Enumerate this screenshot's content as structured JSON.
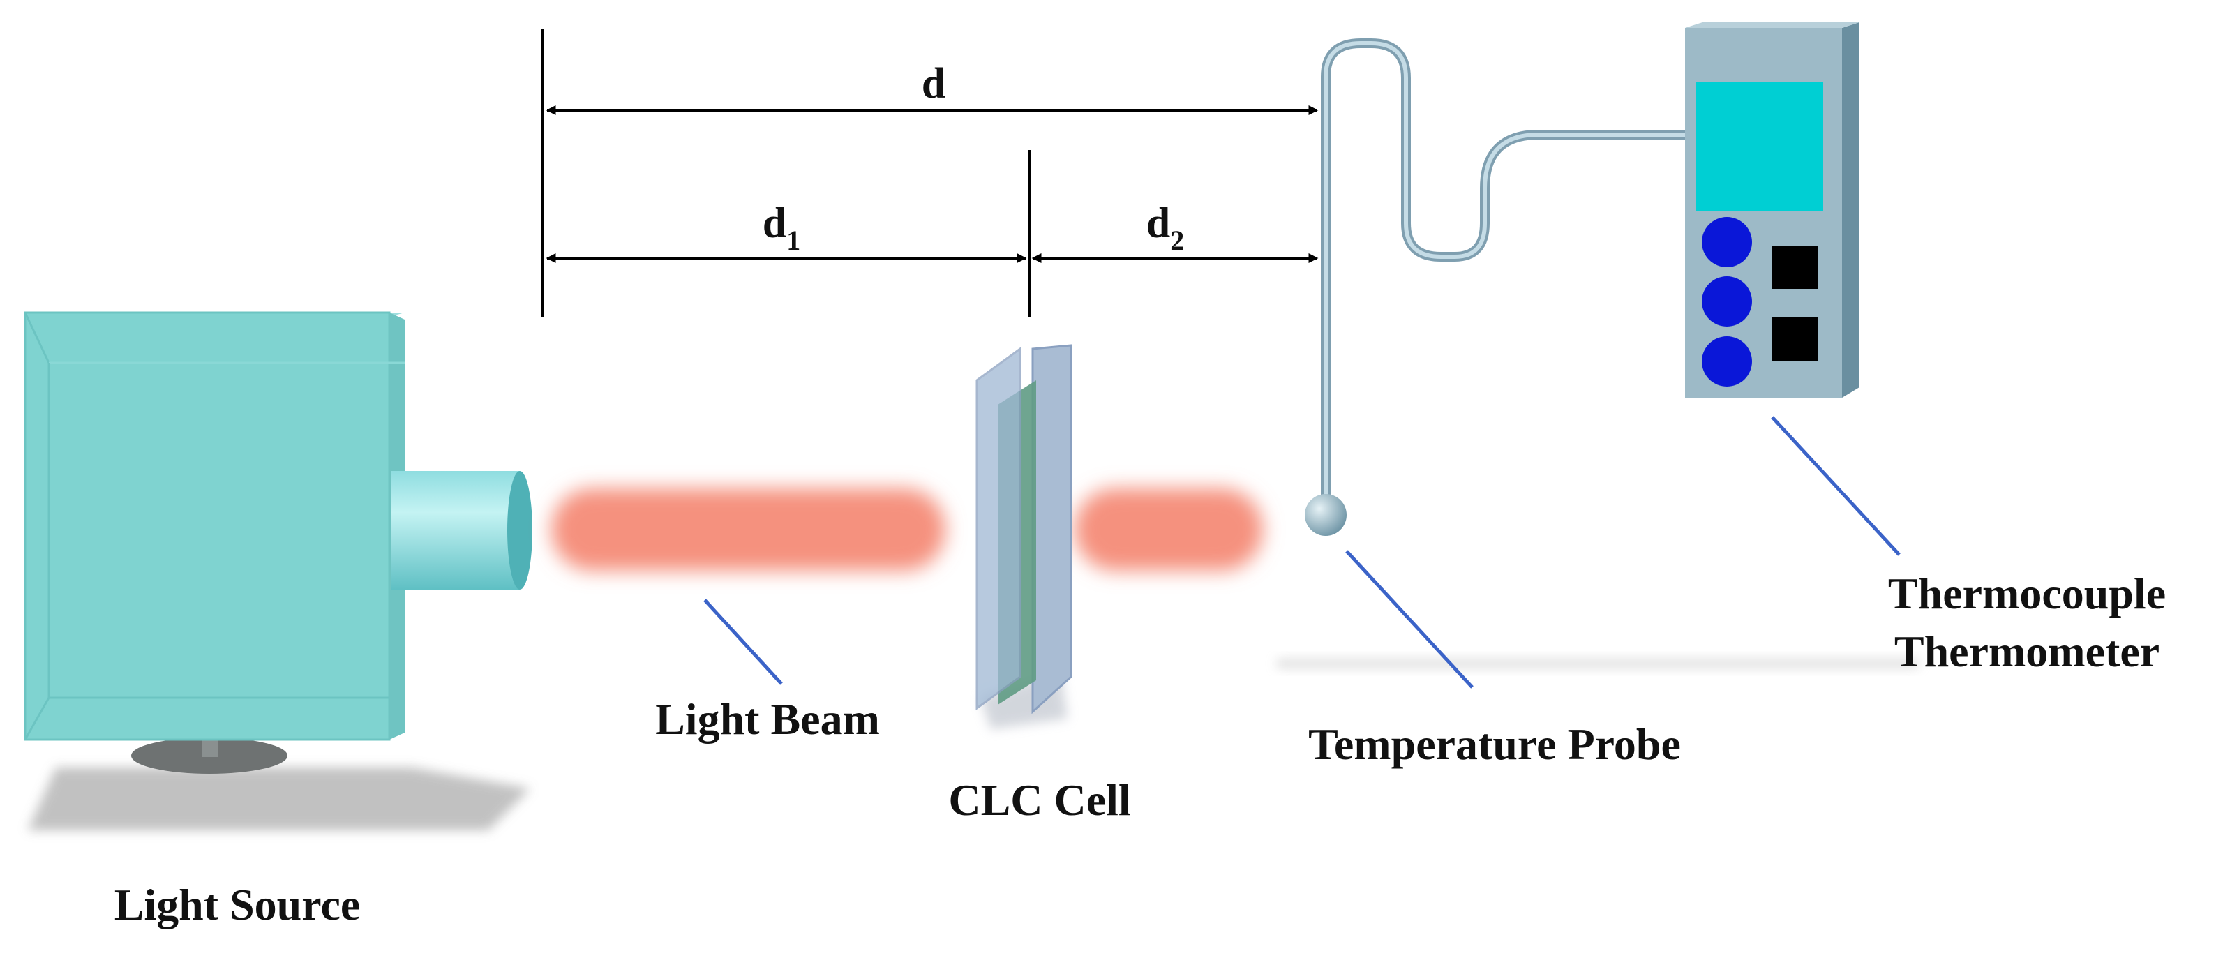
{
  "labels": {
    "light_source": "Light Source",
    "light_beam": "Light Beam",
    "clc_cell": "CLC Cell",
    "temperature_probe": "Temperature Probe",
    "thermometer_line1": "Thermocouple",
    "thermometer_line2": "Thermometer"
  },
  "dimensions": {
    "total": "d",
    "first_base": "d",
    "first_sub": "1",
    "second_base": "d",
    "second_sub": "2"
  },
  "colors": {
    "source_body": "#7fd3d0",
    "beam": "#f5917e",
    "thermometer_case": "#9dbac7",
    "thermometer_screen": "#00cfd3",
    "buttons": "#0a17d8",
    "leader_lines": "#3b63c8",
    "probe_cable": "#9dbac7"
  }
}
